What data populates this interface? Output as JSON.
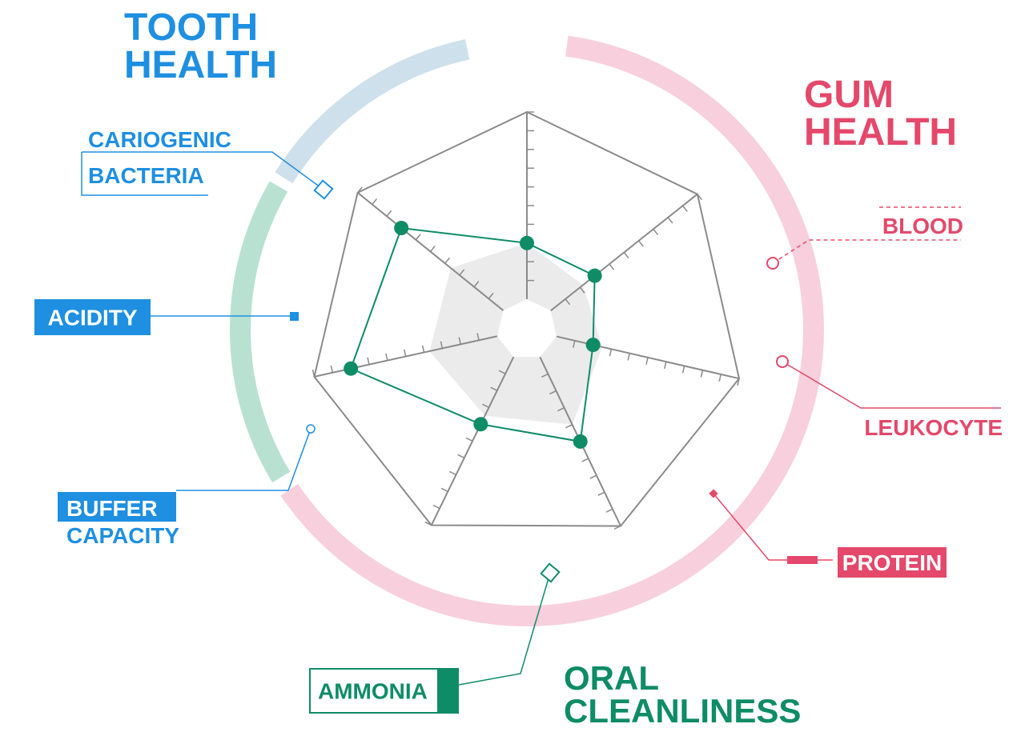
{
  "chart_data": {
    "type": "radar",
    "categories": [
      {
        "name": "TOOTH HEALTH",
        "lines": [
          "TOOTH",
          "HEALTH"
        ],
        "color": "#1e8fe1",
        "arc_color": "#cde0eb"
      },
      {
        "name": "GUM HEALTH",
        "lines": [
          "GUM",
          "HEALTH"
        ],
        "color": "#e4486a",
        "arc_color": "#f8cfdd"
      },
      {
        "name": "ORAL CLEANLINESS",
        "lines": [
          "ORAL",
          "CLEANLINESS"
        ],
        "color": "#0e8c66",
        "arc_color": "#b8e1d2"
      }
    ],
    "axes": [
      {
        "name": "BLOOD",
        "lines": [
          "BLOOD"
        ],
        "category": "GUM HEALTH",
        "value": 3
      },
      {
        "name": "LEUKOCYTE",
        "lines": [
          "LEUKOCYTE"
        ],
        "category": "GUM HEALTH",
        "value": 3
      },
      {
        "name": "PROTEIN",
        "lines": [
          "PROTEIN"
        ],
        "category": "GUM HEALTH",
        "value": 2
      },
      {
        "name": "AMMONIA",
        "lines": [
          "AMMONIA"
        ],
        "category": "ORAL CLEANLINESS",
        "value": 5
      },
      {
        "name": "BUFFER CAPACITY",
        "lines": [
          "BUFFER",
          "CAPACITY"
        ],
        "category": "TOOTH HEALTH",
        "value": 4
      },
      {
        "name": "ACIDITY",
        "lines": [
          "ACIDITY"
        ],
        "category": "TOOTH HEALTH",
        "value": 8
      },
      {
        "name": "CARIOGENIC BACTERIA",
        "lines": [
          "CARIOGENIC",
          "BACTERIA"
        ],
        "category": "TOOTH HEALTH",
        "value": 7
      }
    ],
    "series": [
      {
        "values": [
          3,
          3,
          2,
          5,
          4,
          8,
          7
        ],
        "color": "#0e8c66"
      }
    ],
    "reference": {
      "values": [
        3,
        2.2,
        2.5,
        4,
        3.5,
        3.7,
        3.6
      ],
      "color": "#ebebeb"
    },
    "scale": {
      "max": 10,
      "ticks": 10
    },
    "grid_color": "#8a8a8a"
  }
}
